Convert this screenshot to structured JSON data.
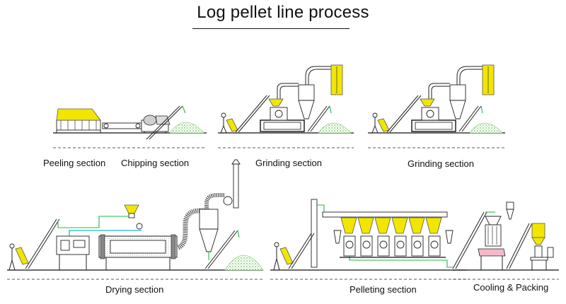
{
  "title": "Log pellet line process",
  "sections": {
    "peeling": "Peeling section",
    "chipping": "Chipping section",
    "grinding_1": "Grinding section",
    "grinding_2": "Grinding section",
    "drying": "Drying section",
    "pelleting": "Pelleting section",
    "cooling_packing": "Cooling & Packing"
  },
  "colors": {
    "equipment_fill": "#f2e600",
    "material_pipe": "#22b84a",
    "air_pipe": "#1fb6c8",
    "sawdust_pile": "#8fd97a"
  }
}
